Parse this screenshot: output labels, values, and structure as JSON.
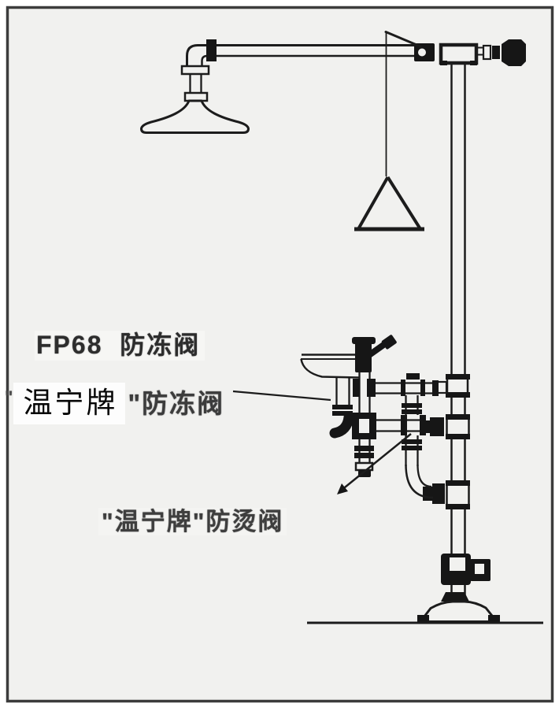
{
  "diagram": {
    "labels": {
      "model_label": "FP68  防冻阀",
      "antifreeze_prefix": "\"",
      "antifreeze_brand": "温宁牌",
      "antifreeze_suffix": "\"防冻阀",
      "antiscald_label": "\"温宁牌\"防烫阀"
    },
    "colors": {
      "background": "#f1f1ef",
      "border": "#3c3c3c",
      "line_art": "#1c1c1c",
      "fill_dark": "#161616",
      "label_text": "#3e3e3e",
      "brand_box_background": "#fdfdfd"
    }
  }
}
